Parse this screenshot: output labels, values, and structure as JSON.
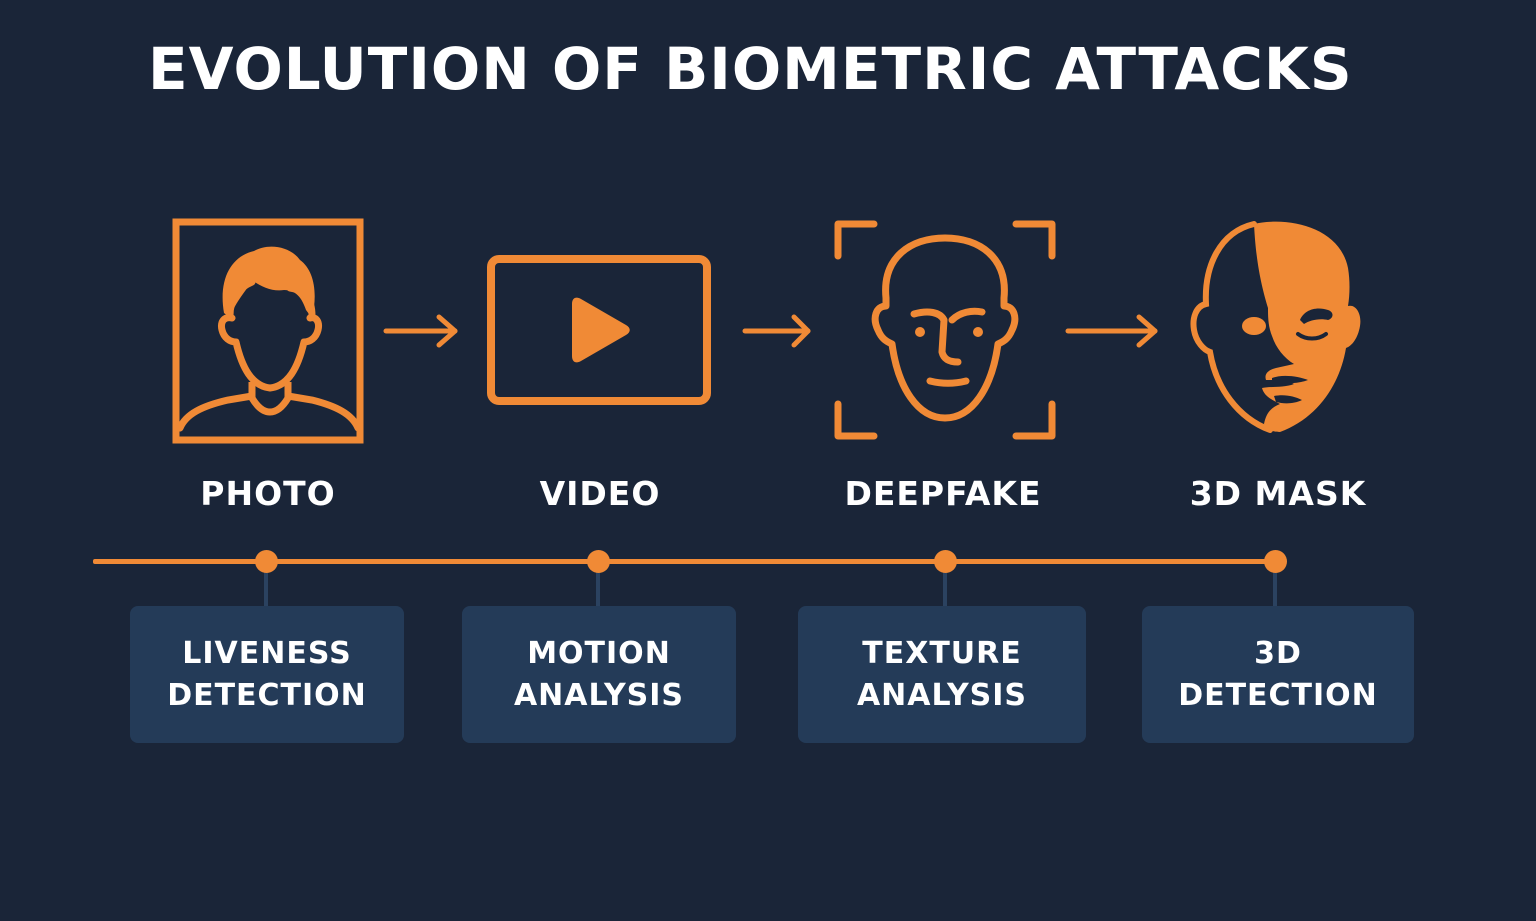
{
  "title": "EVOLUTION OF BIOMETRIC ATTACKS",
  "colors": {
    "background": "#1a2538",
    "accent": "#f08a36",
    "box_fill": "#243b58",
    "connector": "#2b4260",
    "text": "#ffffff"
  },
  "stages": [
    {
      "label": "PHOTO",
      "icon": "portrait-photo-icon"
    },
    {
      "label": "VIDEO",
      "icon": "video-play-icon"
    },
    {
      "label": "DEEPFAKE",
      "icon": "face-scan-icon"
    },
    {
      "label": "3D MASK",
      "icon": "3d-mask-icon"
    }
  ],
  "arrows": [
    "arrow-right-icon",
    "arrow-right-icon",
    "arrow-right-icon"
  ],
  "defenses": [
    {
      "line1": "LIVENESS",
      "line2": "DETECTION"
    },
    {
      "line1": "MOTION",
      "line2": "ANALYSIS"
    },
    {
      "line1": "TEXTURE",
      "line2": "ANALYSIS"
    },
    {
      "line1": "3D",
      "line2": "DETECTION"
    }
  ]
}
